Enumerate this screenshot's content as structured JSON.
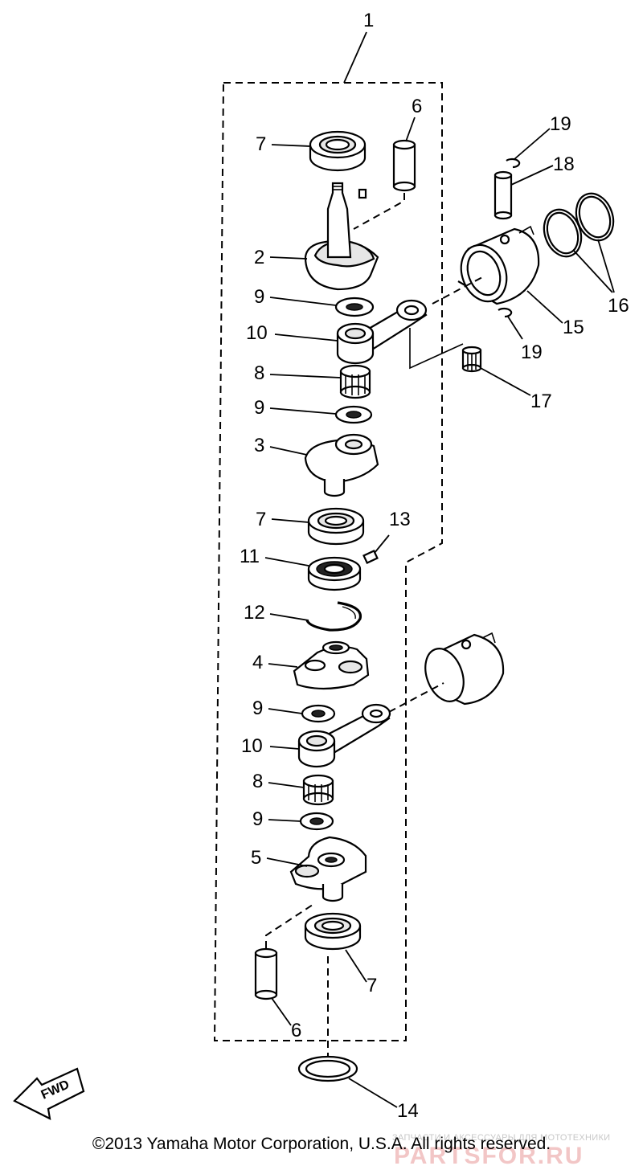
{
  "labels": {
    "l1": "1",
    "l2": "2",
    "l3": "3",
    "l4": "4",
    "l5": "5",
    "l6a": "6",
    "l6b": "6",
    "l7a": "7",
    "l7b": "7",
    "l7c": "7",
    "l8a": "8",
    "l8b": "8",
    "l9a": "9",
    "l9b": "9",
    "l9c": "9",
    "l9d": "9",
    "l10a": "10",
    "l10b": "10",
    "l11": "11",
    "l12": "12",
    "l13": "13",
    "l14": "14",
    "l15": "15",
    "l16": "16",
    "l17": "17",
    "l18": "18",
    "l19a": "19",
    "l19b": "19"
  },
  "fwd_label": "FWD",
  "watermark_top": "ЗАПЧАСТИ И АКСЕССУАРЫ ДЛЯ МОТОТЕХНИКИ",
  "watermark_logo": "PARTSFOR.RU",
  "copyright": "©2013 Yamaha Motor Corporation, U.S.A. All rights reserved."
}
